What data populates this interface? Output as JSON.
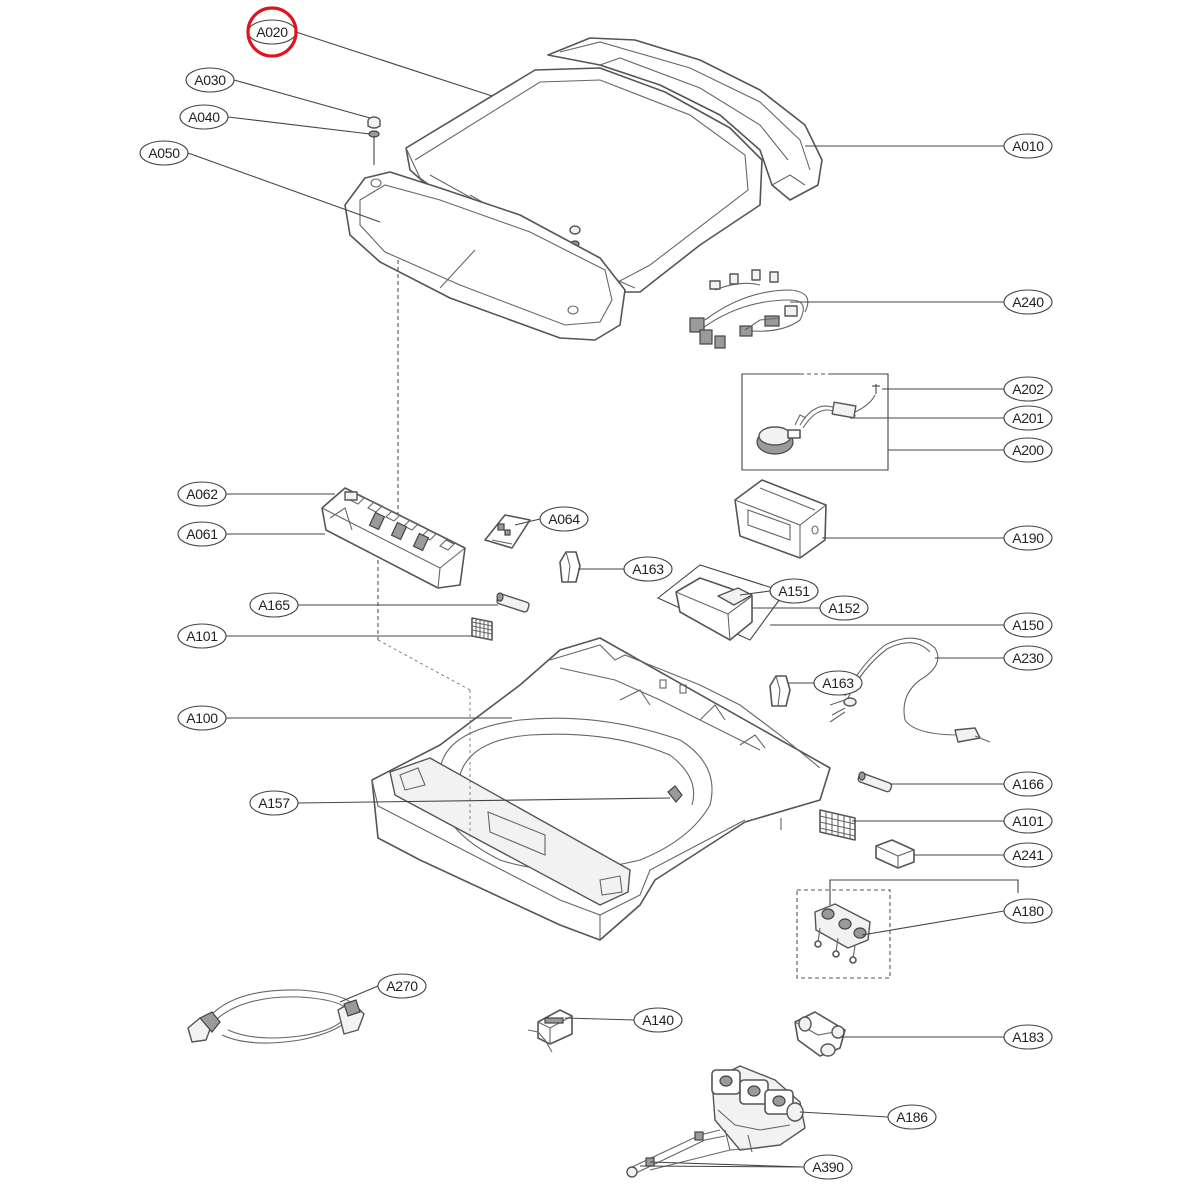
{
  "diagram": {
    "highlight_color": "#e0141c",
    "highlighted_label": "A020",
    "labels": {
      "A010": "A010",
      "A020": "A020",
      "A030": "A030",
      "A040": "A040",
      "A050": "A050",
      "A061": "A061",
      "A062": "A062",
      "A064": "A064",
      "A100": "A100",
      "A101_left": "A101",
      "A101_right": "A101",
      "A140": "A140",
      "A150": "A150",
      "A151": "A151",
      "A152": "A152",
      "A157": "A157",
      "A163_upper": "A163",
      "A163_lower": "A163",
      "A165": "A165",
      "A166": "A166",
      "A180": "A180",
      "A183": "A183",
      "A186": "A186",
      "A190": "A190",
      "A200": "A200",
      "A201": "A201",
      "A202": "A202",
      "A230": "A230",
      "A240": "A240",
      "A241": "A241",
      "A270": "A270",
      "A390": "A390"
    }
  }
}
